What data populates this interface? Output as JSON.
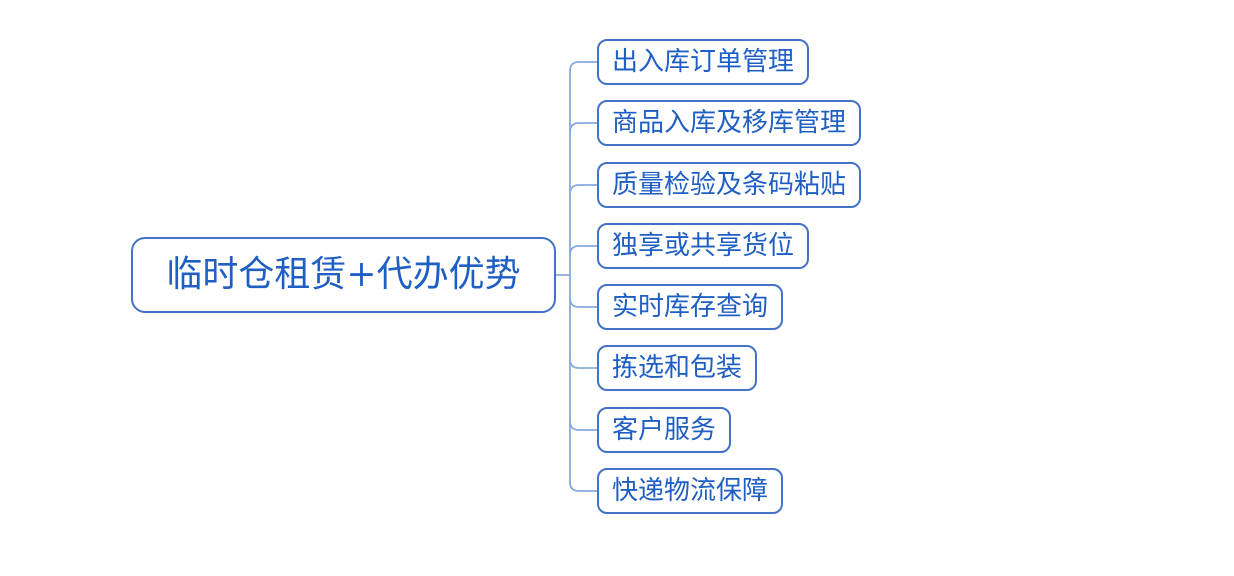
{
  "root": {
    "label": "临时仓租赁+代办优势"
  },
  "branches": [
    {
      "label": "出入库订单管理"
    },
    {
      "label": "商品入库及移库管理"
    },
    {
      "label": "质量检验及条码粘贴"
    },
    {
      "label": "独享或共享货位"
    },
    {
      "label": "实时库存查询"
    },
    {
      "label": "拣选和包装"
    },
    {
      "label": "客户服务"
    },
    {
      "label": "快递物流保障"
    }
  ],
  "colors": {
    "node_border": "#4472C4",
    "node_text": "#1F5FC4",
    "connector": "#8AA9DC",
    "background": "#FFFFFF"
  }
}
